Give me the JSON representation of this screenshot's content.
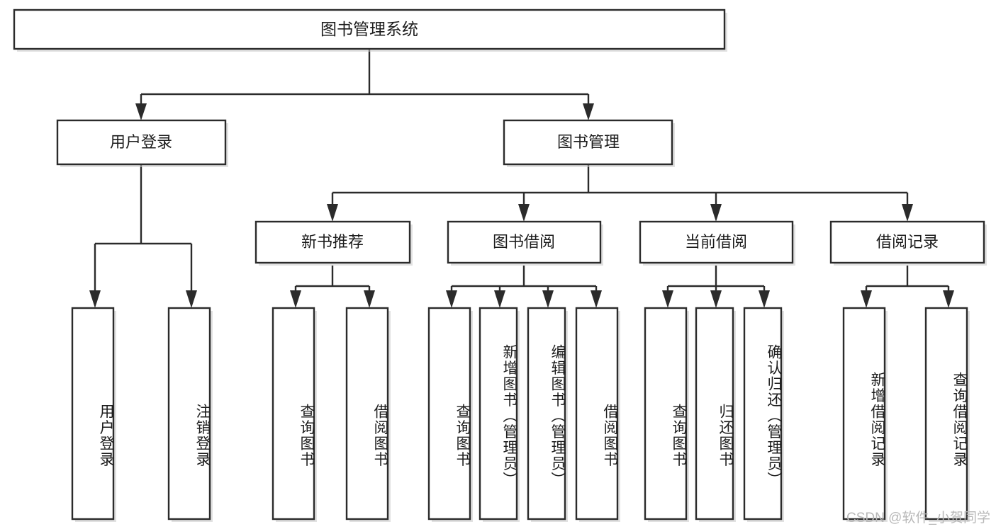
{
  "diagram": {
    "type": "tree",
    "title": "图书管理系统",
    "orientation": "top-down",
    "colors": {
      "box_stroke": "#2b2b2b",
      "box_fill": "#ffffff",
      "line": "#2b2b2b",
      "text": "#1c1c1c",
      "watermark": "#b8b8b8",
      "background": "#ffffff"
    },
    "root": {
      "label": "图书管理系统"
    },
    "level2": [
      {
        "label": "用户登录"
      },
      {
        "label": "图书管理"
      }
    ],
    "level3": [
      {
        "label": "新书推荐"
      },
      {
        "label": "图书借阅"
      },
      {
        "label": "当前借阅"
      },
      {
        "label": "借阅记录"
      }
    ],
    "leaves": {
      "user_login": [
        {
          "label": "用户登录"
        },
        {
          "label": "注销登录"
        }
      ],
      "new_book_recommend": [
        {
          "label": "查询图书"
        },
        {
          "label": "借阅图书"
        }
      ],
      "book_borrow": [
        {
          "label": "查询图书"
        },
        {
          "label": "新增图书（管理员）"
        },
        {
          "label": "编辑图书（管理员）"
        },
        {
          "label": "借阅图书"
        }
      ],
      "current_borrow": [
        {
          "label": "查询图书"
        },
        {
          "label": "归还图书"
        },
        {
          "label": "确认归还（管理员）"
        }
      ],
      "borrow_record": [
        {
          "label": "新增借阅记录"
        },
        {
          "label": "查询借阅记录"
        }
      ]
    },
    "watermark": "CSDN @软件_小贺同学"
  }
}
